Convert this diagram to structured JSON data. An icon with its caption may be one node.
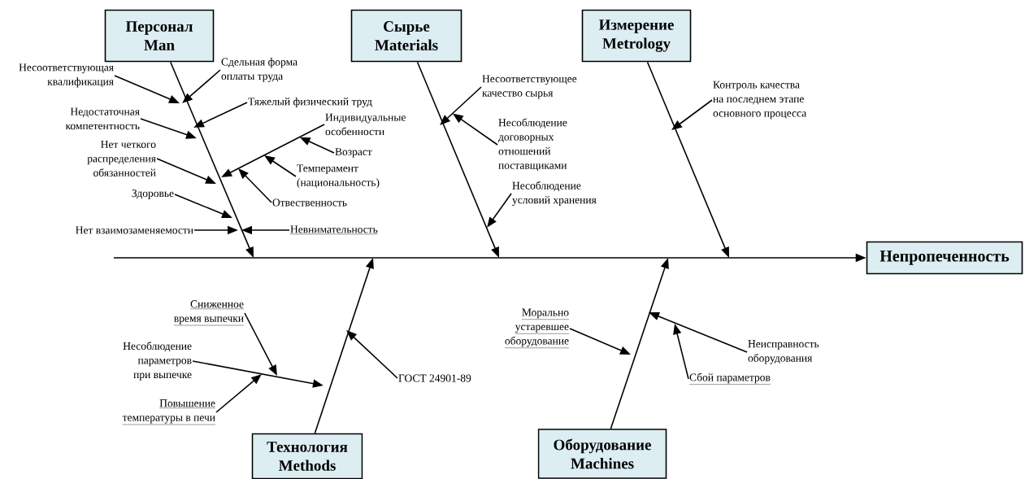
{
  "diagram": {
    "nodes": [
      {
        "text": [
          "Персонал Man"
        ]
      },
      {
        "text": [
          "Сырье Materials"
        ]
      },
      {
        "text": [
          "Измерение Metrology"
        ]
      },
      {
        "text": [
          "Несоответствующая квалификация"
        ]
      },
      {
        "text": [
          "Сдельная форма оплаты труда"
        ]
      },
      {
        "text": [
          "Несоответствующее качество сырья"
        ]
      },
      {
        "text": [
          "Контроль качества на последнем этапе основного процесса"
        ]
      },
      {
        "text": [
          "Тяжелый физический труд"
        ]
      },
      {
        "text": [
          "Недостаточная компетентность"
        ]
      },
      {
        "text": [
          "Индивидуальные особенности"
        ]
      },
      {
        "text": [
          "Несоблюдение договорных отношений поставщиками"
        ]
      },
      {
        "text": [
          "Нет четкого распределения обязанностей"
        ]
      },
      {
        "text": [
          "Возраст"
        ]
      },
      {
        "text": [
          "Темперамент (национальность)"
        ]
      },
      {
        "text": [
          "Здоровье"
        ]
      },
      {
        "text": [
          "Несоблюдение условий хранения"
        ]
      },
      {
        "text": [
          "Отвественность"
        ]
      },
      {
        "text": [
          "Нет взаимозаменяемости"
        ]
      },
      {
        "text": [
          "Невнимательность"
        ]
      },
      {
        "text": [
          "Непропеченность"
        ]
      },
      {
        "text": [
          "Сниженное время выпечки"
        ]
      },
      {
        "text": [
          "Морально устаревшее оборудование"
        ]
      },
      {
        "text": [
          "Несоблюдение параметров при выпечке"
        ]
      },
      {
        "text": [
          "Неисправность оборудования"
        ]
      },
      {
        "text": [
          "ГОСТ 24901-89"
        ]
      },
      {
        "text": [
          "Сбой параметров"
        ]
      },
      {
        "text": [
          "Повышение температуры в печи"
        ]
      },
      {
        "text": [
          "Технология Methods"
        ]
      },
      {
        "text": [
          "Оборудование Machines"
        ]
      }
    ],
    "edges": [
      {
        "from": 0,
        "to": null,
        "arrow": "to"
      },
      {
        "from": 1,
        "to": null,
        "arrow": "to"
      },
      {
        "from": 2,
        "to": null,
        "arrow": "to"
      },
      {
        "from": 27,
        "to": null,
        "arrow": "to"
      },
      {
        "from": 28,
        "to": null,
        "arrow": "to"
      },
      {
        "from": null,
        "to": 19,
        "arrow": "to"
      },
      {
        "from": 3,
        "to": null,
        "arrow": "to"
      },
      {
        "from": 4,
        "to": null,
        "arrow": "to"
      },
      {
        "from": 7,
        "to": null,
        "arrow": "to"
      },
      {
        "from": 8,
        "to": null,
        "arrow": "to"
      },
      {
        "from": 11,
        "to": null,
        "arrow": "to"
      },
      {
        "from": 9,
        "to": null,
        "arrow": "to"
      },
      {
        "from": 12,
        "to": 9,
        "arrow": "to"
      },
      {
        "from": 13,
        "to": null,
        "arrow": "to"
      },
      {
        "from": 16,
        "to": null,
        "arrow": "to"
      },
      {
        "from": 14,
        "to": null,
        "arrow": "to"
      },
      {
        "from": 17,
        "to": null,
        "arrow": "to"
      },
      {
        "from": 18,
        "to": null,
        "arrow": "to"
      },
      {
        "from": 5,
        "to": null,
        "arrow": "to"
      },
      {
        "from": 10,
        "to": 5,
        "arrow": "to"
      },
      {
        "from": 15,
        "to": null,
        "arrow": "to"
      },
      {
        "from": 6,
        "to": null,
        "arrow": "to"
      },
      {
        "from": 24,
        "to": null,
        "arrow": "to"
      },
      {
        "from": 22,
        "to": null,
        "arrow": "to"
      },
      {
        "from": 20,
        "to": null,
        "arrow": "to"
      },
      {
        "from": 26,
        "to": null,
        "arrow": "to"
      },
      {
        "from": 21,
        "to": null,
        "arrow": "to"
      },
      {
        "from": 23,
        "to": null,
        "arrow": "to"
      },
      {
        "from": 25,
        "to": null,
        "arrow": "to"
      }
    ]
  }
}
